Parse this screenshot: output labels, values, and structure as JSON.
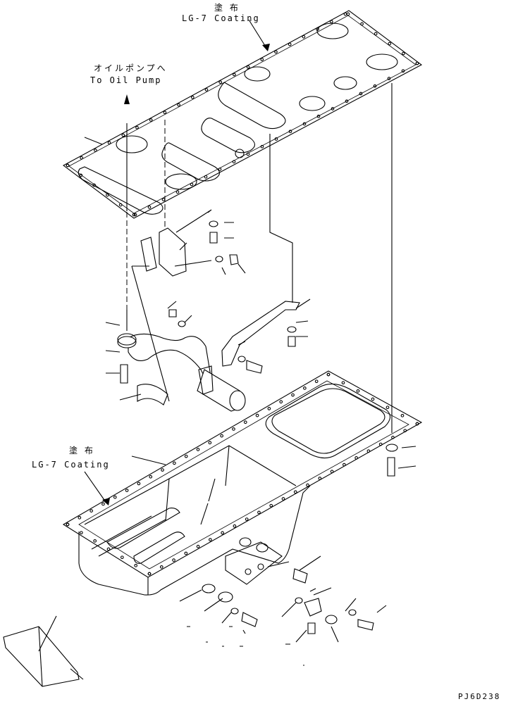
{
  "labels": {
    "top_coating_jp": "塗 布",
    "top_coating_en": "LG-7 Coating",
    "oil_pump_jp": "オイルポンプへ",
    "oil_pump_en": "To Oil Pump",
    "mid_coating_jp": "塗 布",
    "mid_coating_en": "LG-7 Coating",
    "drawing_code": "PJ6D238"
  },
  "icons": [
    "arrow-icon"
  ]
}
